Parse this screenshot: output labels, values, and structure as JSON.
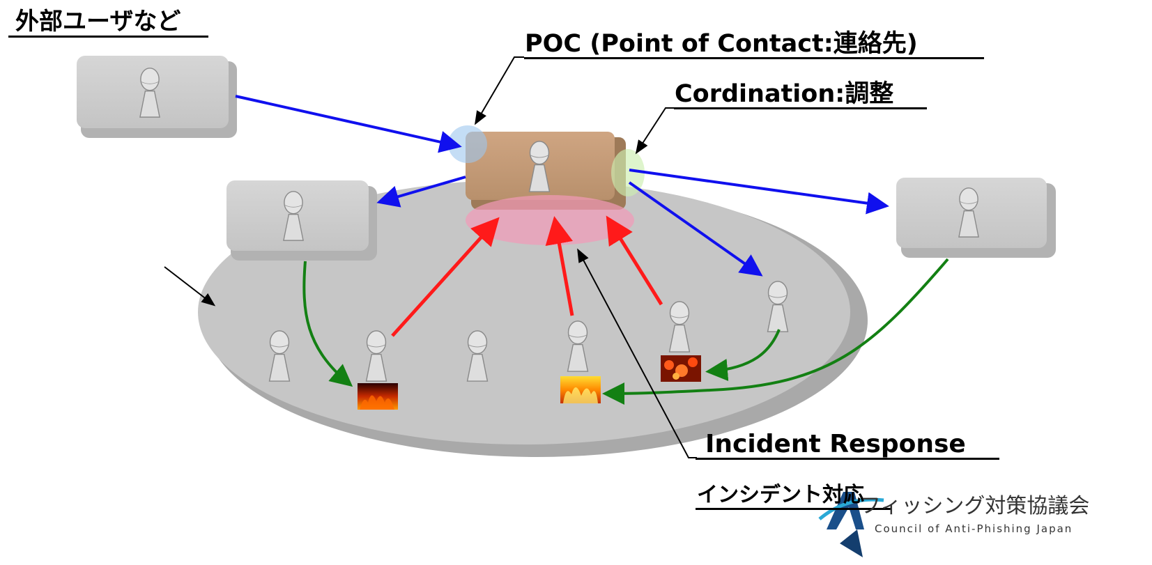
{
  "labels": {
    "external_users": "外部ユーザなど",
    "poc": "POC (Point of Contact:連絡先)",
    "coordination": "Cordination:調整",
    "incident_response": "Incident Response",
    "incident_response_jp": "インシデント対応"
  },
  "logo": {
    "name_jp": "フィッシング対策協議会",
    "name_en": "Council of Anti-Phishing Japan"
  },
  "colors": {
    "notify_arrow": "#1010ee",
    "report_arrow": "#ff1a1a",
    "response_arrow": "#138013",
    "poc_box": "#c99e78",
    "platform": "#c4c4c4"
  },
  "icons": [
    "person-icon",
    "fire-icon"
  ]
}
